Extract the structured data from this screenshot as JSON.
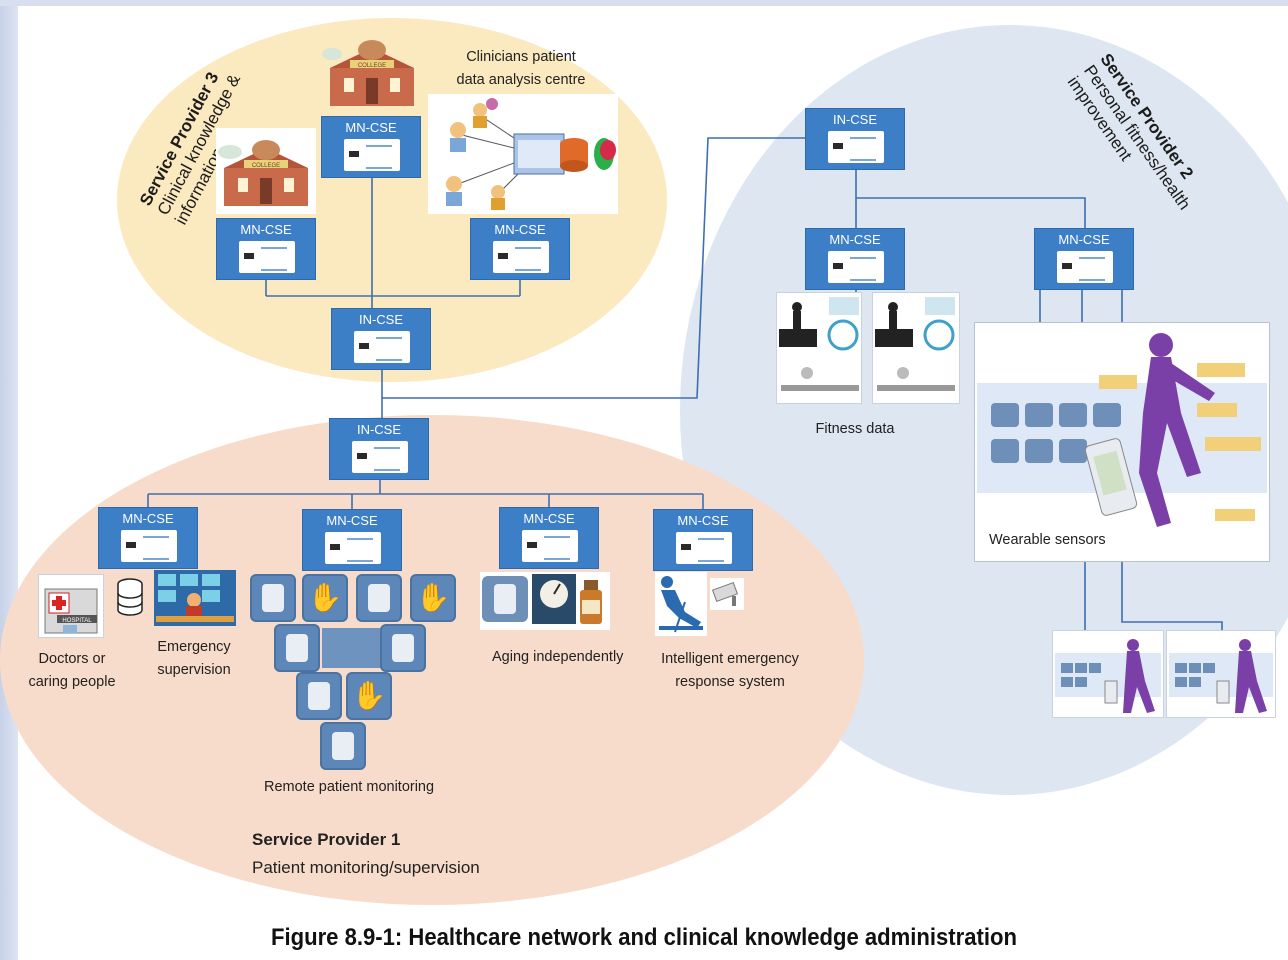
{
  "node_labels": {
    "in_cse": "IN-CSE",
    "mn_cse": "MN-CSE"
  },
  "service_providers": {
    "sp3": {
      "title": "Service Provider 3",
      "line1": "Clinical knowledge &",
      "line2": "information"
    },
    "sp2": {
      "title": "Service Provider 2",
      "line1": "Personal fitness/health",
      "line2": "improvement"
    },
    "sp1": {
      "title": "Service Provider 1",
      "line1": "Patient monitoring/supervision"
    }
  },
  "labels": {
    "clinicians_line1": "Clinicians patient",
    "clinicians_line2": "data analysis centre",
    "fitness_data": "Fitness data",
    "wearable_sensors": "Wearable sensors",
    "doctors_line1": "Doctors or",
    "doctors_line2": "caring people",
    "emergency_line1": "Emergency",
    "emergency_line2": "supervision",
    "aging": "Aging independently",
    "iers_line1": "Intelligent emergency",
    "iers_line2": "response system",
    "remote": "Remote patient monitoring",
    "college_sign": "COLLEGE",
    "hospital_sign": "HOSPITAL"
  },
  "caption": "Figure 8.9-1: Healthcare network and clinical knowledge administration",
  "colors": {
    "sp3_region": "#fbe9bf",
    "sp2_region": "#dde6f1",
    "sp1_region": "#f8dccb",
    "node_fill": "#3c7fc7",
    "connector": "#3f6fb0",
    "runner": "#7b3fa8"
  },
  "icons": [
    "college-building-icon",
    "hospital-building-icon",
    "database-icon",
    "control-room-icon",
    "treadmill-icon",
    "exercise-bike-icon",
    "rowing-machine-icon",
    "blood-pressure-monitor-icon",
    "weighing-scale-icon",
    "medicine-bottle-icon",
    "fall-alert-icon",
    "camera-icon",
    "runner-silhouette-icon",
    "smartphone-icon"
  ]
}
